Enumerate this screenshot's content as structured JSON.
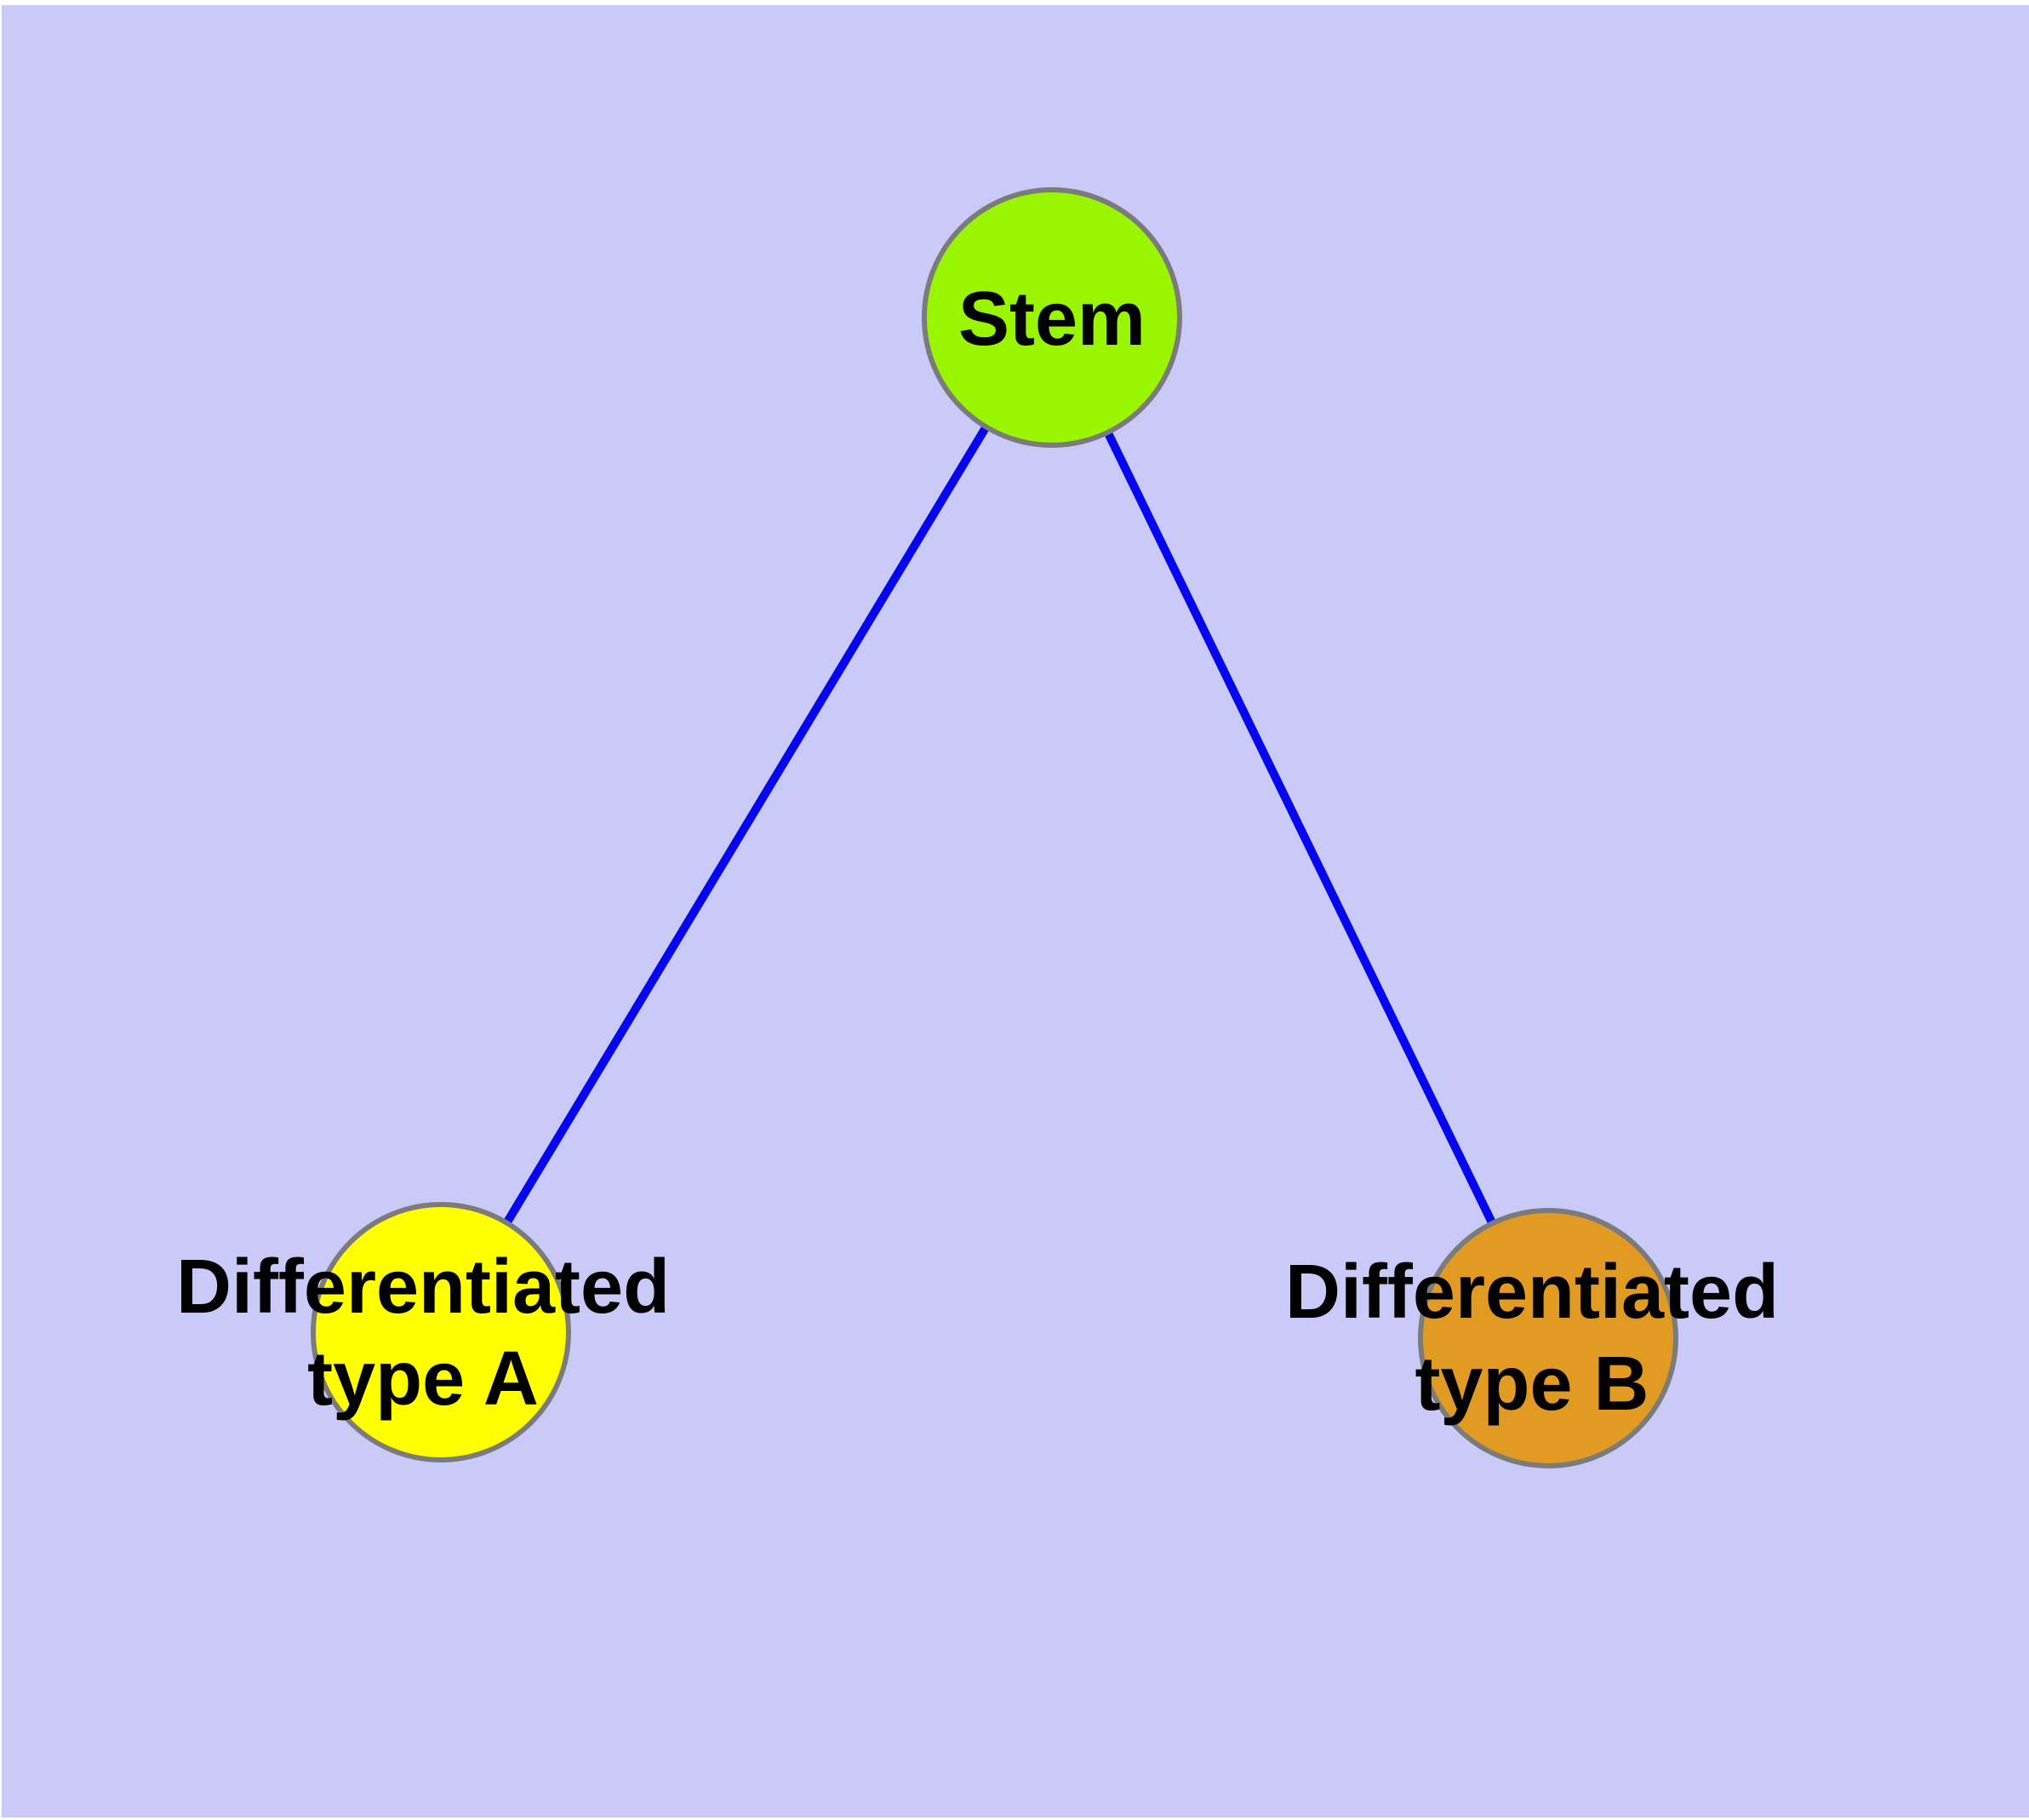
{
  "figure": {
    "background_color": "#cacaf9",
    "frame_color": "#ffffff"
  },
  "graph": {
    "type": "node-link-diagram",
    "edge_color": "#0505f0",
    "node_border_color": "#7b7b7b",
    "text_color": "#000000",
    "nodes": [
      {
        "id": "stem",
        "label_lines": [
          "Stem"
        ],
        "color": "#9af500"
      },
      {
        "id": "type-a",
        "label_lines": [
          "Differentiated",
          "type A"
        ],
        "color": "#ffff00"
      },
      {
        "id": "type-b",
        "label_lines": [
          "Differentiated",
          "type B"
        ],
        "color": "#e19b22"
      }
    ],
    "edges": [
      {
        "from": "stem",
        "to": "type-a"
      },
      {
        "from": "stem",
        "to": "type-b"
      }
    ]
  }
}
